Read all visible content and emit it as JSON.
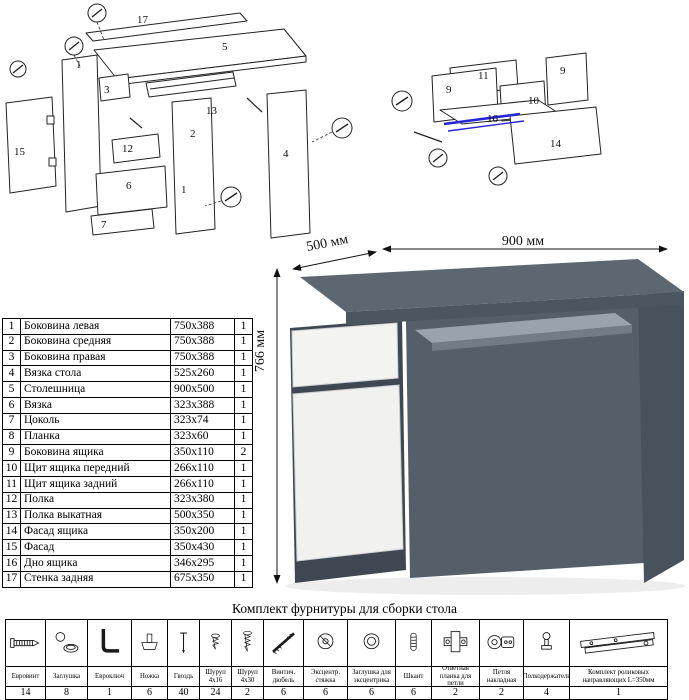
{
  "diagram_left": {
    "callouts": {
      "c17": "17",
      "c5": "5",
      "c3": "3",
      "c13": "13",
      "c12": "12",
      "c6": "6",
      "c7": "7",
      "c15": "15",
      "c1a": "1",
      "c1b": "1",
      "c2": "2",
      "c4": "4"
    }
  },
  "diagram_right": {
    "callouts": {
      "c11": "11",
      "c9a": "9",
      "c9b": "9",
      "c10": "10",
      "c16": "16",
      "c14": "14"
    }
  },
  "desk": {
    "dim_width": "900 мм",
    "dim_depth": "500 мм",
    "dim_height": "766 мм",
    "colors": {
      "body": "#5d6771",
      "dark": "#3f4852",
      "front": "#f3f3f1",
      "guide_blue": "#2424d6"
    }
  },
  "parts_table": {
    "rows": [
      {
        "num": "1",
        "name": "Боковина левая",
        "size": "750x388",
        "qty": "1"
      },
      {
        "num": "2",
        "name": "Боковина средняя",
        "size": "750x388",
        "qty": "1"
      },
      {
        "num": "3",
        "name": "Боковина правая",
        "size": "750x388",
        "qty": "1"
      },
      {
        "num": "4",
        "name": "Вязка стола",
        "size": "525x260",
        "qty": "1"
      },
      {
        "num": "5",
        "name": "Столешница",
        "size": "900x500",
        "qty": "1"
      },
      {
        "num": "6",
        "name": "Вязка",
        "size": "323x388",
        "qty": "1"
      },
      {
        "num": "7",
        "name": "Цоколь",
        "size": "323x74",
        "qty": "1"
      },
      {
        "num": "8",
        "name": "Планка",
        "size": "323x60",
        "qty": "1"
      },
      {
        "num": "9",
        "name": "Боковина ящика",
        "size": "350x110",
        "qty": "2"
      },
      {
        "num": "10",
        "name": "Щит ящика передний",
        "size": "266x110",
        "qty": "1"
      },
      {
        "num": "11",
        "name": "Щит ящика задний",
        "size": "266x110",
        "qty": "1"
      },
      {
        "num": "12",
        "name": "Полка",
        "size": "323x380",
        "qty": "1"
      },
      {
        "num": "13",
        "name": "Полка выкатная",
        "size": "500x350",
        "qty": "1"
      },
      {
        "num": "14",
        "name": "Фасад ящика",
        "size": "350x200",
        "qty": "1"
      },
      {
        "num": "15",
        "name": "Фасад",
        "size": "350x430",
        "qty": "1"
      },
      {
        "num": "16",
        "name": "Дно ящика",
        "size": "346x295",
        "qty": "1"
      },
      {
        "num": "17",
        "name": "Стенка задняя",
        "size": "675x350",
        "qty": "1"
      }
    ]
  },
  "hardware": {
    "title": "Комплект фурнитуры для сборки стола",
    "items": [
      {
        "icon": "confirmat-screw-icon",
        "name": "Евровинт",
        "qty": "14"
      },
      {
        "icon": "plug-icon",
        "name": "Заглушка",
        "qty": "8"
      },
      {
        "icon": "hex-key-icon",
        "name": "Евроключ",
        "qty": "1"
      },
      {
        "icon": "leg-icon",
        "name": "Ножка",
        "qty": "6"
      },
      {
        "icon": "nail-icon",
        "name": "Гвоздь",
        "qty": "40"
      },
      {
        "icon": "screw-short-icon",
        "name": "Шуруп 4x16",
        "qty": "24"
      },
      {
        "icon": "screw-long-icon",
        "name": "Шуруп 4x30",
        "qty": "2"
      },
      {
        "icon": "double-thread-dowel-icon",
        "name": "Винтич. дюбель",
        "qty": "6"
      },
      {
        "icon": "eccentric-cam-icon",
        "name": "Эксцентр. стяжка",
        "qty": "6"
      },
      {
        "icon": "cam-cover-icon",
        "name": "Заглушка для эксцентрика",
        "qty": "6"
      },
      {
        "icon": "wood-dowel-icon",
        "name": "Шкант",
        "qty": "6"
      },
      {
        "icon": "hinge-plate-icon",
        "name": "Ответная планка для петли",
        "qty": "2"
      },
      {
        "icon": "overlay-hinge-icon",
        "name": "Петля накладная",
        "qty": "2"
      },
      {
        "icon": "shelf-support-icon",
        "name": "Полкодержатель",
        "qty": "4"
      },
      {
        "icon": "roller-guides-icon",
        "name": "Комплект роликовых направляющих L=350мм",
        "qty": "1"
      }
    ]
  }
}
